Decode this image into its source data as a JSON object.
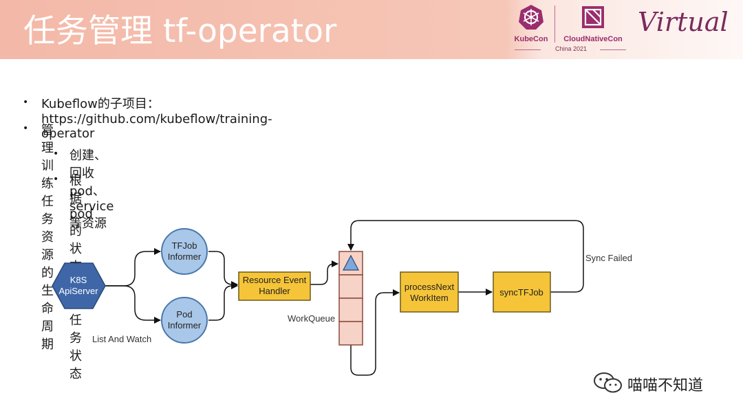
{
  "header": {
    "title": "任务管理 tf-operator",
    "logos": {
      "kubecon": "KubeCon",
      "cncf": "CloudNativeCon",
      "event": "China 2021",
      "virtual": "Virtual"
    }
  },
  "bullets": [
    {
      "level": 1,
      "text": "Kubeflow的子项目：https://github.com/kubeflow/training-operator"
    },
    {
      "level": 1,
      "text": "管理训练任务资源的生命周期"
    },
    {
      "level": 2,
      "text": "创建、回收pod、service等资源"
    },
    {
      "level": 2,
      "text": "根据pod的状态设置任务状态"
    }
  ],
  "diagram": {
    "nodes": {
      "k8s": "K8S ApiServer",
      "k8s_l1": "K8S",
      "k8s_l2": "ApiServer",
      "tfjob_l1": "TFJob",
      "tfjob_l2": "Informer",
      "pod_l1": "Pod",
      "pod_l2": "Informer",
      "reh_l1": "Resource Event",
      "reh_l2": "Handler",
      "pnw_l1": "processNext",
      "pnw_l2": "WorkItem",
      "sync": "syncTFJob"
    },
    "labels": {
      "list_watch": "List And Watch",
      "workqueue": "WorkQueue",
      "sync_failed": "Sync Failed"
    },
    "colors": {
      "node_blue": "#a9c7e8",
      "node_blue_border": "#4a77ad",
      "hex_blue": "#3f67a8",
      "box_yellow": "#f5c438",
      "box_border": "#6b5a1a",
      "queue_fill": "#f6d2c7",
      "queue_border": "#8a4a3a"
    }
  },
  "watermark": {
    "icon": "wechat-icon",
    "text": "喵喵不知道"
  }
}
